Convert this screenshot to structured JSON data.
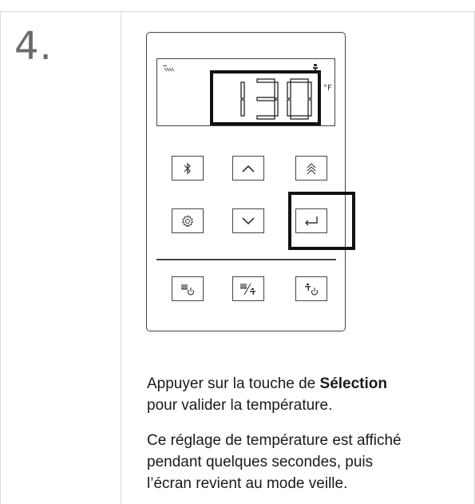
{
  "step": {
    "number": "4."
  },
  "device": {
    "display_digits": "130",
    "unit": "°F",
    "keys": [
      {
        "id": "bluetooth",
        "icon": "bluetooth-icon"
      },
      {
        "id": "up",
        "icon": "chevron-up-icon"
      },
      {
        "id": "boost",
        "icon": "double-chevron-up-icon"
      },
      {
        "id": "settings",
        "icon": "gear-icon"
      },
      {
        "id": "down",
        "icon": "chevron-down-icon"
      },
      {
        "id": "select",
        "icon": "enter-icon",
        "highlighted": true
      },
      {
        "id": "heat-power",
        "icon": "heater-power-icon"
      },
      {
        "id": "heat-shower",
        "icon": "heater-shower-icon"
      },
      {
        "id": "shower-power",
        "icon": "shower-power-icon"
      }
    ]
  },
  "instructions": {
    "line1_prefix": "Appuyer sur la touche de ",
    "line1_bold": "Sélection",
    "line2": "pour valider la température.",
    "para2_line1": "Ce réglage de température est affiché",
    "para2_line2": "pendant quelques secondes, puis",
    "para2_line3": "l’écran revient au mode veille."
  }
}
